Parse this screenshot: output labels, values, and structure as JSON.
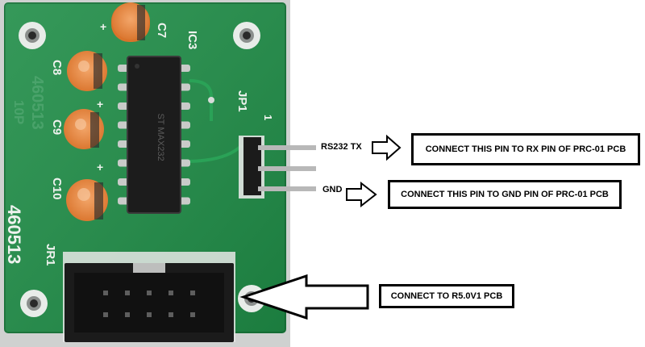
{
  "board": {
    "silkscreen": {
      "ic3": "IC3",
      "c7": "C7",
      "c8": "C8",
      "c9": "C9",
      "c10": "C10",
      "jp1": "JP1",
      "pin1": "1",
      "jr1": "JR1",
      "board_id": "460513",
      "board_id_faint": "460513",
      "rev": "10P",
      "plus": "+"
    },
    "chip_marking": "ST MAX232",
    "colors": {
      "pcb": "#1f8d47",
      "capacitor": "#e9893f",
      "connector": "#1b1b1b",
      "pin": "#b8b8b8"
    }
  },
  "annotations": {
    "tx_label": "RS232 TX",
    "tx_callout": "CONNECT THIS PIN TO RX PIN OF PRC-01 PCB",
    "gnd_label": "GND",
    "gnd_callout": "CONNECT THIS PIN TO GND PIN OF PRC-01 PCB",
    "r5_callout": "CONNECT TO R5.0V1 PCB"
  }
}
